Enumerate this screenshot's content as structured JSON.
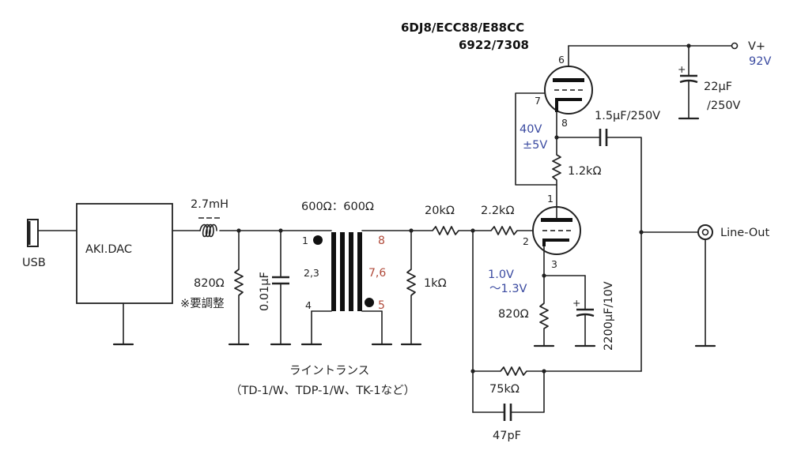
{
  "tube": {
    "type_line1": "6DJ8/ECC88/E88CC",
    "type_line2": "6922/7308",
    "pin_plate_upper": "6",
    "pin_grid_upper": "7",
    "pin_cathode_upper": "8",
    "pin_plate_lower": "1",
    "pin_grid_lower": "2",
    "pin_cathode_lower": "3"
  },
  "supply": {
    "label": "V+",
    "voltage": "92V",
    "cap_value_line1": "22μF",
    "cap_value_line2": "/250V",
    "cap_polarity": "+"
  },
  "components": {
    "usb_label": "USB",
    "dac_label": "AKI.DAC",
    "inductor": "2.7mH",
    "r_dac_load": "820Ω",
    "r_dac_note": "※要調整",
    "c_filter": "0.01μF",
    "transformer_ratio": "600Ω：600Ω",
    "transformer_name": "ライントランス",
    "transformer_models": "（TD-1/W、TDP-1/W、TK-1など）",
    "tp_pin1": "1",
    "tp_pin23": "2,3",
    "tp_pin4": "4",
    "ts_pin8": "8",
    "ts_pin76": "7,6",
    "ts_pin5": "5",
    "r_secondary": "1kΩ",
    "r_series": "20kΩ",
    "r_grid": "2.2kΩ",
    "r_plate": "1.2kΩ",
    "r_cathode": "820Ω",
    "c_cathode": "2200μF/10V",
    "c_cathode_polarity": "+",
    "c_output": "1.5μF/250V",
    "r_feedback": "75kΩ",
    "c_feedback": "47pF",
    "output_label": "Line-Out"
  },
  "voltages": {
    "mid_v": "40V",
    "mid_tol": "±5V",
    "cathode_v1": "1.0V",
    "cathode_v2": "～1.3V"
  },
  "colors": {
    "wire": "#222222",
    "annotation_blue": "#3a4aa0",
    "pin_red": "#b04a3a"
  }
}
